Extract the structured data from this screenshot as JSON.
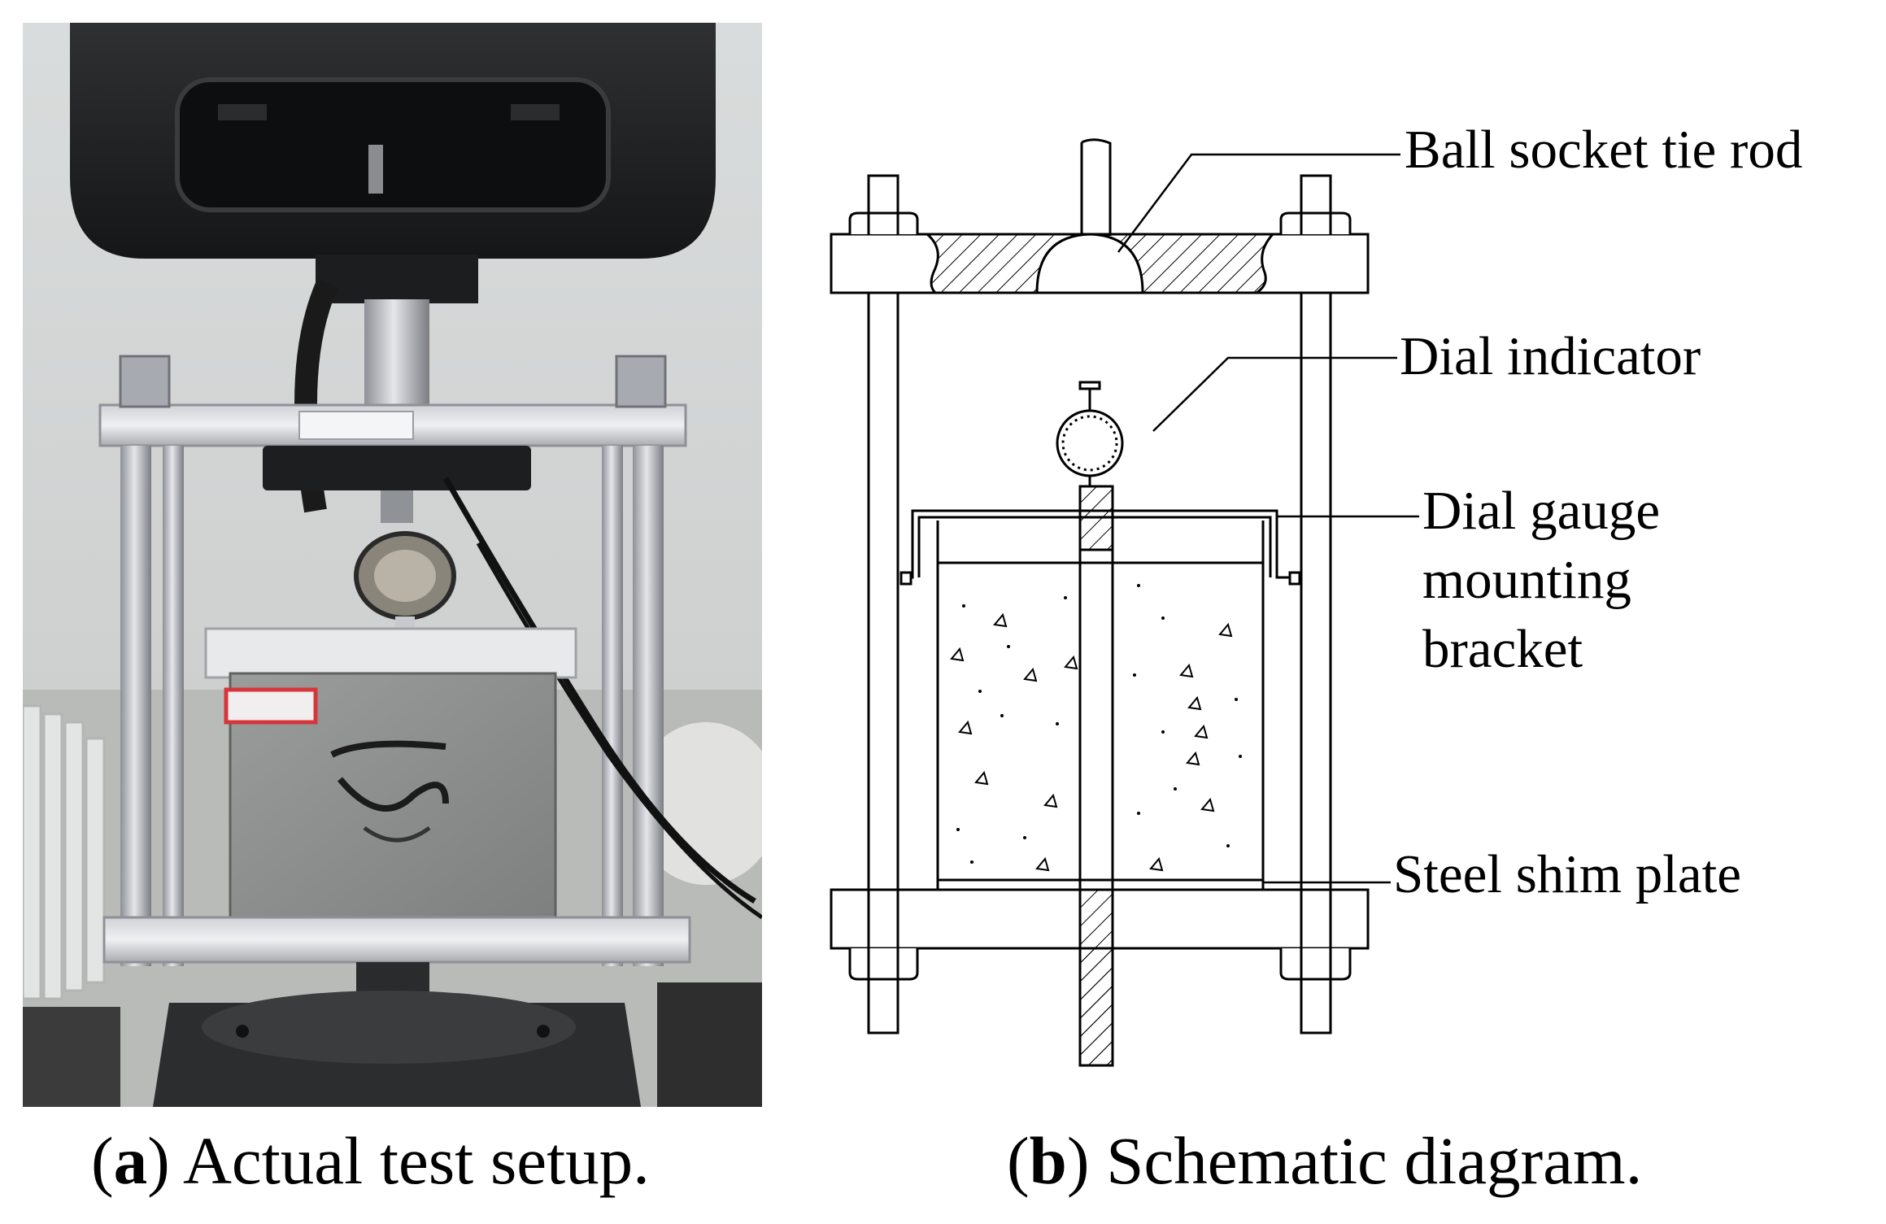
{
  "panel_a": {
    "photo_alt": "Actual test setup photograph",
    "caption_open": "(",
    "caption_letter": "a",
    "caption_close": ")",
    "caption_text": " Actual test setup."
  },
  "panel_b": {
    "labels": {
      "ball_socket": "Ball socket tie rod",
      "dial_indicator": "Dial indicator",
      "bracket_line1": "Dial gauge",
      "bracket_line2": "mounting",
      "bracket_line3": "bracket",
      "shim_plate": "Steel shim plate"
    },
    "caption_open": "(",
    "caption_letter": "b",
    "caption_close": ")",
    "caption_text": " Schematic diagram."
  }
}
